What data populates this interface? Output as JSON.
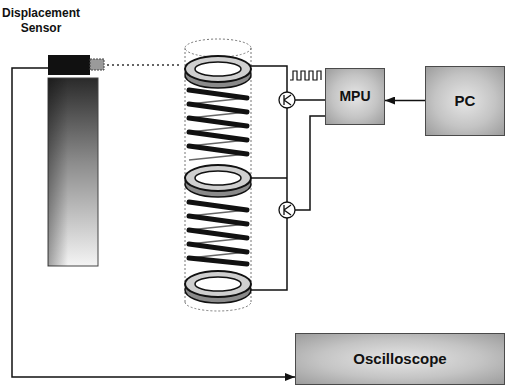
{
  "diagram": {
    "nodes": [
      {
        "text": [
          "Displacement Sensor"
        ]
      },
      {
        "text": [
          "MPU"
        ]
      },
      {
        "text": [
          "PC"
        ]
      },
      {
        "text": [
          "Oscilloscope"
        ]
      }
    ],
    "edges": [
      {
        "from": 0,
        "to": 3,
        "arrow": "to"
      },
      {
        "from": 2,
        "to": 1,
        "arrow": "to"
      }
    ]
  }
}
